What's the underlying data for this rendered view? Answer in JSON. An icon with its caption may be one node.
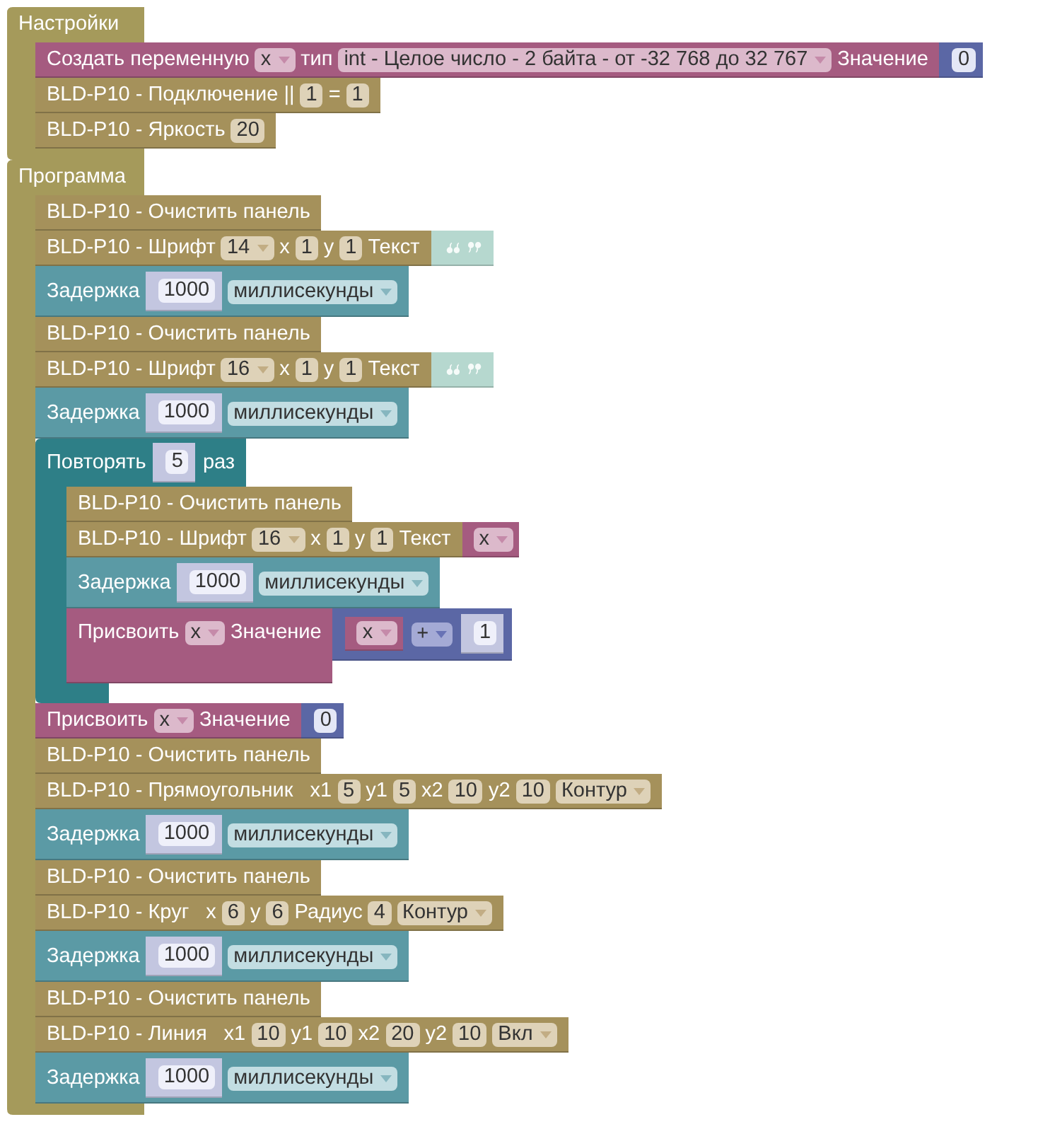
{
  "diagram": {
    "nodes": [
      {
        "text": [
          "Настройки"
        ]
      },
      {
        "text": [
          "Создать переменную",
          "тип",
          "Значение"
        ]
      },
      {
        "text": [
          "x"
        ],
        "in": 1
      },
      {
        "text": [
          "int - Целое число - 2 байта - от -32 768 до 32 767"
        ],
        "in": 1
      },
      {
        "text": [
          "0"
        ]
      },
      {
        "text": [
          "BLD-P10 - Подключение ||",
          "="
        ]
      },
      {
        "text": [
          "1"
        ],
        "in": 5
      },
      {
        "text": [
          "1"
        ],
        "in": 5
      },
      {
        "text": [
          "BLD-P10 - Яркость"
        ]
      },
      {
        "text": [
          "20"
        ],
        "in": 8
      },
      {
        "text": [
          "Программа"
        ]
      },
      {
        "text": [
          "BLD-P10 - Очистить панель"
        ]
      },
      {
        "text": [
          "BLD-P10 - Шрифт",
          "x",
          "y",
          "Текст"
        ]
      },
      {
        "text": [
          "14"
        ],
        "in": 12
      },
      {
        "text": [
          "1"
        ],
        "in": 12
      },
      {
        "text": [
          "1"
        ],
        "in": 12
      },
      {
        "text": [],
        "shape": "box"
      },
      {
        "text": [
          "Задержка"
        ]
      },
      {
        "text": [
          "1000"
        ],
        "in": 17
      },
      {
        "text": [
          "миллисекунды"
        ],
        "in": 17
      },
      {
        "text": [
          "BLD-P10 - Очистить панель"
        ]
      },
      {
        "text": [
          "BLD-P10 - Шрифт",
          "x",
          "y",
          "Текст"
        ]
      },
      {
        "text": [
          "16"
        ],
        "in": 21
      },
      {
        "text": [
          "1"
        ],
        "in": 21
      },
      {
        "text": [
          "1"
        ],
        "in": 21
      },
      {
        "text": [],
        "shape": "box"
      },
      {
        "text": [
          "Задержка"
        ]
      },
      {
        "text": [
          "1000"
        ],
        "in": 26
      },
      {
        "text": [
          "миллисекунды"
        ],
        "in": 26
      },
      {
        "text": [
          "Повторять",
          "раз"
        ]
      },
      {
        "text": [
          "5"
        ],
        "in": 29
      },
      {
        "text": [
          "BLD-P10 - Очистить панель"
        ]
      },
      {
        "text": [
          "BLD-P10 - Шрифт",
          "x",
          "y",
          "Текст"
        ]
      },
      {
        "text": [
          "16"
        ],
        "in": 32
      },
      {
        "text": [
          "1"
        ],
        "in": 32
      },
      {
        "text": [
          "1"
        ],
        "in": 32
      },
      {
        "text": [
          "x"
        ]
      },
      {
        "text": [
          "Задержка"
        ]
      },
      {
        "text": [
          "1000"
        ],
        "in": 37
      },
      {
        "text": [
          "миллисекунды"
        ],
        "in": 37
      },
      {
        "text": [
          "Присвоить",
          "Значение"
        ]
      },
      {
        "text": [
          "x"
        ],
        "in": 40
      },
      {
        "text": [],
        "shape": "box"
      },
      {
        "text": [
          "x"
        ],
        "in": 42
      },
      {
        "text": [
          "+"
        ],
        "in": 42
      },
      {
        "text": [
          "1"
        ],
        "in": 42
      },
      {
        "text": [
          "Присвоить",
          "Значение"
        ]
      },
      {
        "text": [
          "x"
        ],
        "in": 46
      },
      {
        "text": [
          "0"
        ]
      },
      {
        "text": [
          "BLD-P10 - Очистить панель"
        ]
      },
      {
        "text": [
          "BLD-P10 - Прямоугольник",
          "x1",
          "y1",
          "x2",
          "y2"
        ]
      },
      {
        "text": [
          "5"
        ],
        "in": 50
      },
      {
        "text": [
          "5"
        ],
        "in": 50
      },
      {
        "text": [
          "10"
        ],
        "in": 50
      },
      {
        "text": [
          "10"
        ],
        "in": 50
      },
      {
        "text": [
          "Контур"
        ],
        "in": 50
      },
      {
        "text": [
          "Задержка"
        ]
      },
      {
        "text": [
          "1000"
        ],
        "in": 56
      },
      {
        "text": [
          "миллисекунды"
        ],
        "in": 56
      },
      {
        "text": [
          "BLD-P10 - Очистить панель"
        ]
      },
      {
        "text": [
          "BLD-P10 - Круг",
          "x",
          "y",
          "Радиус"
        ]
      },
      {
        "text": [
          "6"
        ],
        "in": 60
      },
      {
        "text": [
          "6"
        ],
        "in": 60
      },
      {
        "text": [
          "4"
        ],
        "in": 60
      },
      {
        "text": [
          "Контур"
        ],
        "in": 60
      },
      {
        "text": [
          "Задержка"
        ]
      },
      {
        "text": [
          "1000"
        ],
        "in": 65
      },
      {
        "text": [
          "миллисекунды"
        ],
        "in": 65
      },
      {
        "text": [
          "BLD-P10 - Очистить панель"
        ]
      },
      {
        "text": [
          "BLD-P10 - Линия",
          "x1",
          "y1",
          "x2",
          "y2"
        ]
      },
      {
        "text": [
          "10"
        ],
        "in": 69
      },
      {
        "text": [
          "10"
        ],
        "in": 69
      },
      {
        "text": [
          "20"
        ],
        "in": 69
      },
      {
        "text": [
          "10"
        ],
        "in": 69
      },
      {
        "text": [
          "Вкл"
        ],
        "in": 69
      },
      {
        "text": [
          "Задержка"
        ]
      },
      {
        "text": [
          "1000"
        ],
        "in": 75
      },
      {
        "text": [
          "миллисекунды"
        ],
        "in": 75
      }
    ]
  }
}
